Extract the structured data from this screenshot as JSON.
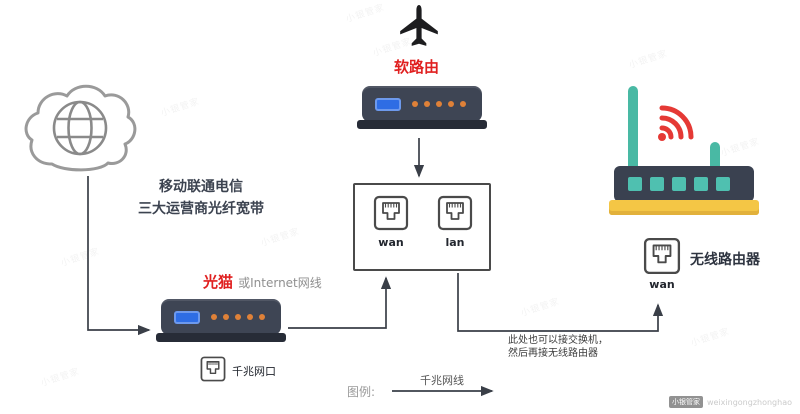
{
  "diagram": {
    "soft_router_label": "软路由",
    "isp_line1": "移动联通电信",
    "isp_line2": "三大运营商光纤宽带",
    "modem_label": "光猫",
    "modem_sublabel": "或Internet网线",
    "gigabit_port_label": "千兆网口",
    "wan_port_label": "wan",
    "lan_port_label": "lan",
    "wireless_router_label": "无线路由器",
    "wireless_wan_label": "wan",
    "switch_note_line1": "此处也可以接交换机，",
    "switch_note_line2": "然后再接无线路由器",
    "legend_title": "图例:",
    "legend_cable_label": "千兆网线"
  },
  "colors": {
    "accent_red": "#e02020",
    "device_body": "#3e4554",
    "device_base": "#272c37",
    "led_blue": "#2e6de4",
    "dot_orange": "#df8138",
    "teal": "#49b9a4",
    "base_yellow": "#f4c645",
    "wifi_red": "#e53935",
    "wire": "#3a3f48"
  },
  "watermark": {
    "text": "小银管家",
    "handle": "weixingongzhonghao"
  }
}
